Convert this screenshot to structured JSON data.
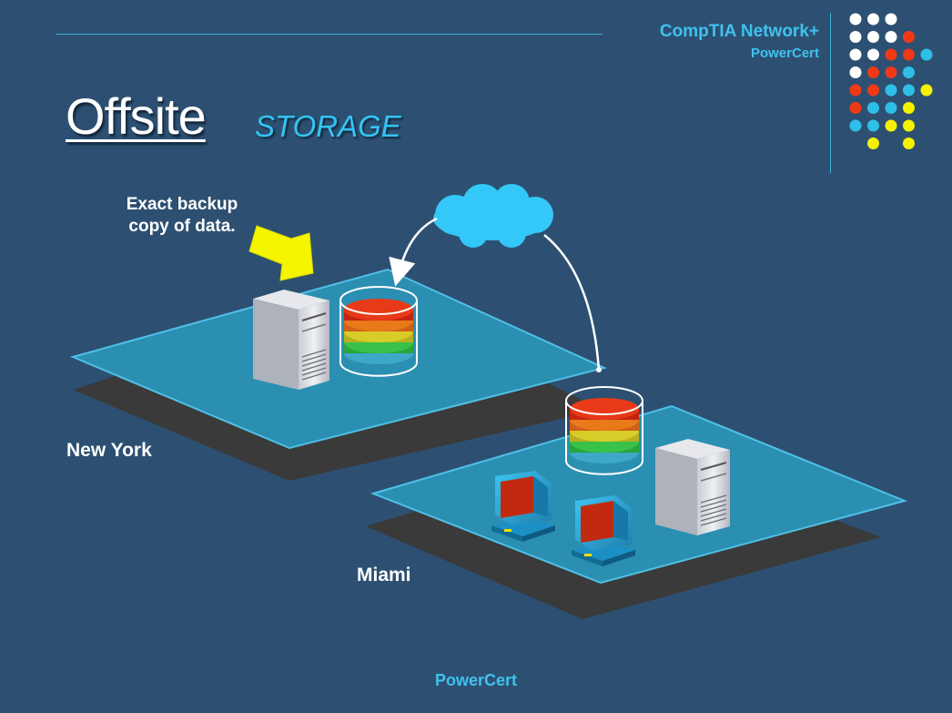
{
  "brand": {
    "title": "CompTIA Network+",
    "subtitle": "PowerCert"
  },
  "slide": {
    "title": "Offsite",
    "subtitle": "STORAGE",
    "note_line1": "Exact backup",
    "note_line2": "copy of data.",
    "site_primary": "New York",
    "site_offsite": "Miami"
  },
  "footer": {
    "text": "PowerCert"
  },
  "colors": {
    "background": "#2d5072",
    "accent": "#3fc2ee",
    "floor": "#2b8fb2",
    "shadow": "#3a3a3a",
    "arrow": "#f5f500",
    "dot_white": "#ffffff",
    "dot_red": "#f03a17",
    "dot_blue": "#2ebfe8",
    "dot_yellow": "#f5f200"
  },
  "icons": [
    "server-icon",
    "database-icon",
    "cloud-icon",
    "workstation-icon",
    "arrow-icon"
  ],
  "dot_grid": [
    [
      "w",
      "w",
      "w",
      "",
      "",
      ""
    ],
    [
      "w",
      "w",
      "w",
      "r",
      "",
      ""
    ],
    [
      "w",
      "w",
      "r",
      "r",
      "b",
      ""
    ],
    [
      "w",
      "r",
      "r",
      "b",
      "",
      ""
    ],
    [
      "r",
      "r",
      "b",
      "b",
      "y",
      ""
    ],
    [
      "r",
      "b",
      "b",
      "y",
      "",
      ""
    ],
    [
      "b",
      "b",
      "y",
      "y",
      "",
      ""
    ],
    [
      "",
      "y",
      "",
      "y",
      "",
      ""
    ]
  ]
}
